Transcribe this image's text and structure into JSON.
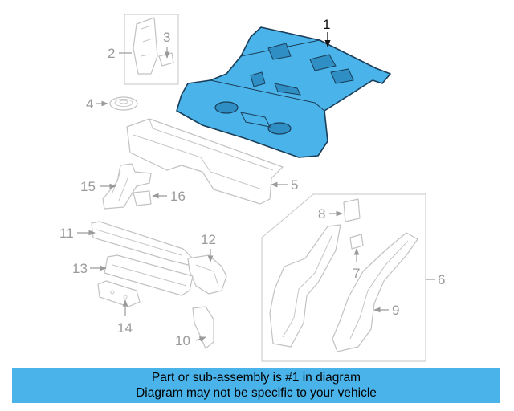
{
  "diagram": {
    "callouts": {
      "c1": "1",
      "c2": "2",
      "c3": "3",
      "c4": "4",
      "c5": "5",
      "c6": "6",
      "c7": "7",
      "c8": "8",
      "c9": "9",
      "c10": "10",
      "c11": "11",
      "c12": "12",
      "c13": "13",
      "c14": "14",
      "c15": "15",
      "c16": "16"
    }
  },
  "banner": {
    "line1": "Part or sub-assembly is #1 in diagram",
    "line2": "Diagram may not be specific to your vehicle"
  },
  "colors": {
    "banner_bg": "#4ab4ea",
    "highlight_part": "#4ab4ea",
    "line_gray": "#c2c2c2"
  }
}
